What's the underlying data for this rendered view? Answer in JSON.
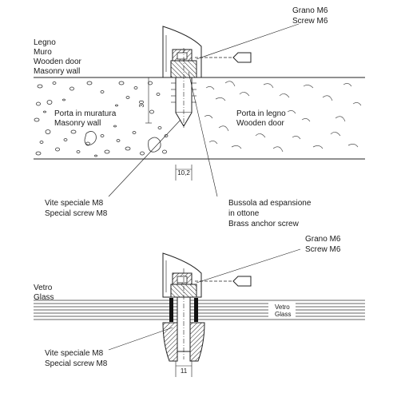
{
  "top_detail": {
    "screw_label": [
      "Grano M6",
      "Screw M6"
    ],
    "door_label": [
      "Legno",
      "Muro",
      "Wooden door",
      "Masonry wall"
    ],
    "masonry_label": [
      "Porta in muratura",
      "Masonry wall"
    ],
    "wood_label": [
      "Porta in legno",
      "Wooden door"
    ],
    "dimension_30": "30",
    "dimension_10_2": "10,2",
    "special_screw_label": [
      "Vite speciale M8",
      "Special screw M8"
    ],
    "anchor_label": [
      "Bussola ad espansione",
      "in ottone",
      "Brass anchor screw"
    ]
  },
  "bottom_detail": {
    "screw_label": [
      "Grano M6",
      "Screw M6"
    ],
    "glass_label": [
      "Vetro",
      "Glass"
    ],
    "glass_inner_label": [
      "Vetro",
      "Glass"
    ],
    "special_screw_label": [
      "Vite speciale M8",
      "Special screw M8"
    ],
    "dimension_11": "11"
  }
}
